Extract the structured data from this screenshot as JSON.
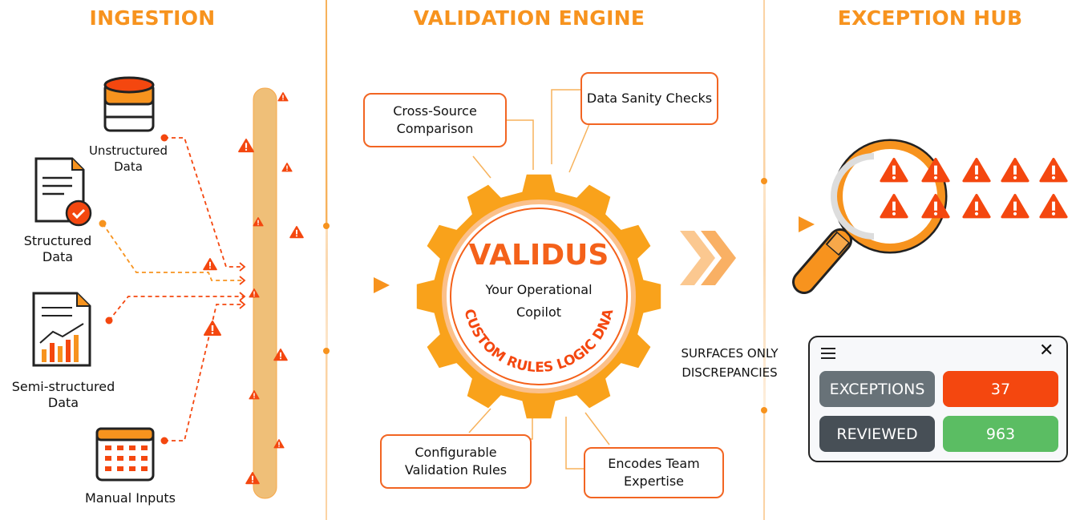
{
  "sections": {
    "ingestion": "INGESTION",
    "validation": "VALIDATION ENGINE",
    "exception_hub": "EXCEPTION HUB"
  },
  "sources": [
    {
      "label": "Unstructured\nData",
      "icon": "database-icon"
    },
    {
      "label": "Structured\nData",
      "icon": "document-check-icon"
    },
    {
      "label": "Semi-structured\nData",
      "icon": "document-chart-icon"
    },
    {
      "label": "Manual Inputs",
      "icon": "calendar-grid-icon"
    }
  ],
  "engine": {
    "title": "VALIDUS",
    "subtitle": "Your Operational Copilot",
    "ring_text": "CUSTOM RULES LOGIC DNA",
    "features": [
      "Cross-Source Comparison",
      "Data Sanity Checks",
      "Configurable Validation Rules",
      "Encodes Team Expertise"
    ]
  },
  "surfaces_text": "SURFACES ONLY DISCREPANCIES",
  "panel": {
    "rows": [
      {
        "label": "EXCEPTIONS",
        "value": "37"
      },
      {
        "label": "REVIEWED",
        "value": "963"
      }
    ]
  },
  "colors": {
    "orange": "#f7931e",
    "red": "#f4470f",
    "green": "#5bbd63",
    "gray": "#687278",
    "dark": "#474f56"
  }
}
